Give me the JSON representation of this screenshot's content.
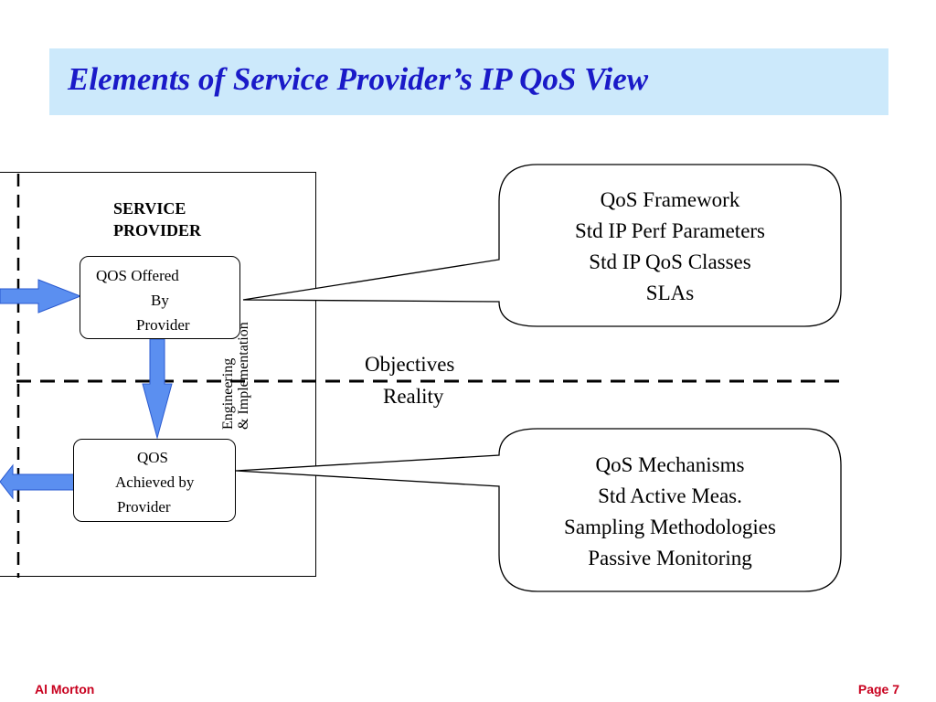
{
  "title": "Elements of Service Provider’s IP QoS View",
  "service_provider": {
    "line1": "SERVICE",
    "line2": "PROVIDER"
  },
  "qos_offered": {
    "line1": "QOS Offered",
    "line2": "By",
    "line3": "Provider"
  },
  "qos_achieved": {
    "line1": "QOS",
    "line2": "Achieved by",
    "line3": "Provider"
  },
  "engineering_label": {
    "line1": "Engineering",
    "line2": "& Implementation"
  },
  "objectives_reality": {
    "objectives": "Objectives",
    "reality": "Reality"
  },
  "callout_top": {
    "lines": [
      "QoS Framework",
      "Std IP Perf Parameters",
      "Std IP QoS Classes",
      "SLAs"
    ]
  },
  "callout_bottom": {
    "lines": [
      "QoS Mechanisms",
      "Std Active Meas.",
      "Sampling Methodologies",
      "Passive Monitoring"
    ]
  },
  "footer": {
    "author": "Al Morton",
    "page": "Page 7"
  },
  "colors": {
    "title": "#1a1ac8",
    "title_band": "#cce9fb",
    "arrow": "#5b8ff0",
    "footer": "#c8001e"
  }
}
